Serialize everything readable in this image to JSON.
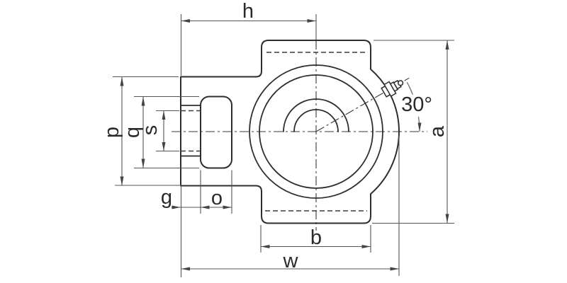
{
  "drawing": {
    "component": "take-up-bearing-unit-front-view",
    "colors": {
      "object_line": "#2e2e2e",
      "dimension_line": "#555555",
      "text": "#2a2a2a",
      "background": "#ffffff"
    },
    "angle_note": "30°",
    "dimension_labels": {
      "h": "h",
      "p": "p",
      "q": "q",
      "s": "s",
      "g": "g",
      "o": "o",
      "b": "b",
      "w": "w",
      "a": "a"
    }
  }
}
